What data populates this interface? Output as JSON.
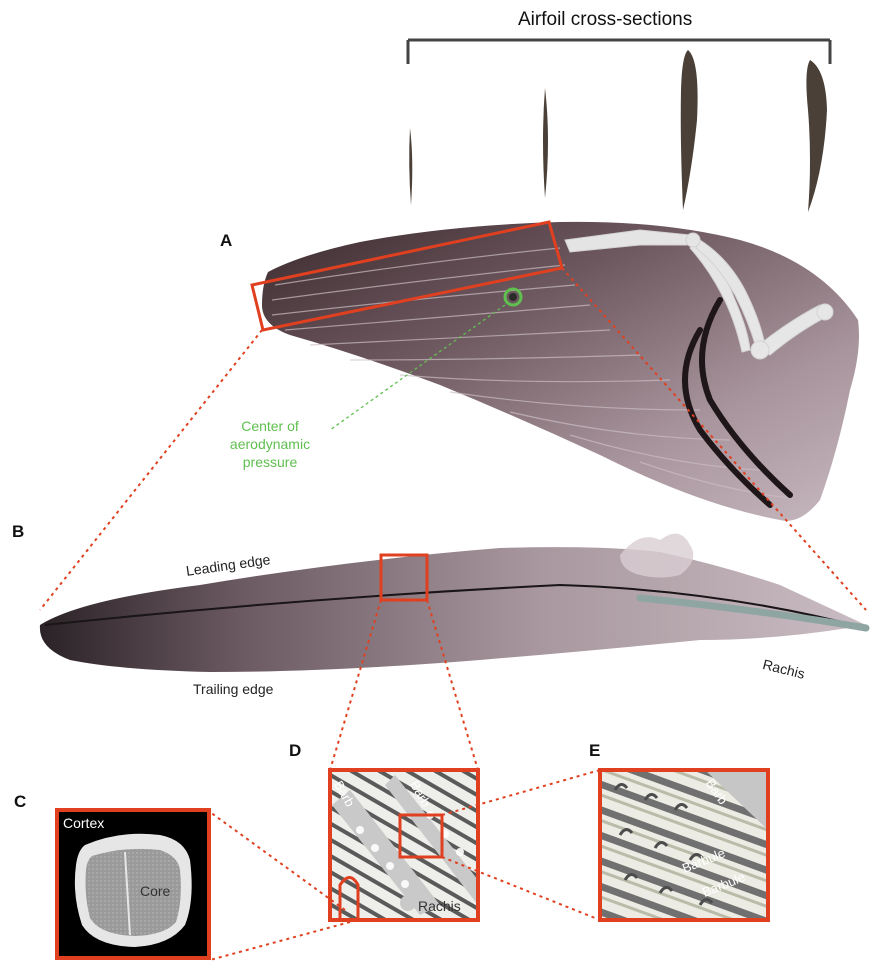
{
  "title": "Airfoil cross-sections",
  "panels": {
    "a": "A",
    "b": "B",
    "c": "C",
    "d": "D",
    "e": "E"
  },
  "labels": {
    "center_line1": "Center of",
    "center_line2": "aerodynamic",
    "center_line3": "pressure",
    "leading_edge": "Leading edge",
    "trailing_edge": "Trailing edge",
    "rachis_b": "Rachis",
    "cortex": "Cortex",
    "core": "Core",
    "barb_d1": "Barb",
    "barb_d2": "Barb",
    "rachis_d": "Rachis",
    "barb_e": "Barb",
    "barbule_1": "Barbule",
    "barbule_2": "Barbule"
  },
  "colors": {
    "highlight": "#e0401f",
    "center_green": "#5fbf4f",
    "wing": "#8d7680",
    "airfoil": "#4a4038"
  }
}
